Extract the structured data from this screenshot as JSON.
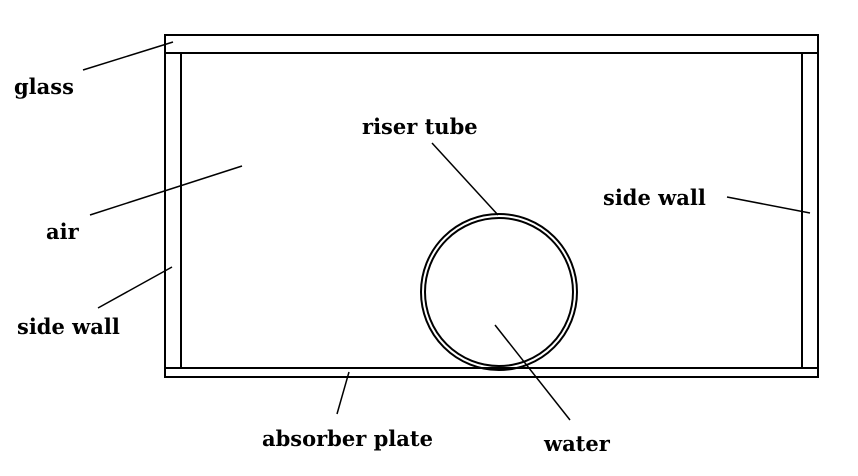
{
  "labels": {
    "glass": "glass",
    "air": "air",
    "side_wall_left": "side wall",
    "riser_tube": "riser tube",
    "side_wall_right": "side wall",
    "absorber_plate": "absorber plate",
    "water": "water"
  },
  "colors": {
    "stroke": "#000000",
    "background": "#ffffff"
  }
}
